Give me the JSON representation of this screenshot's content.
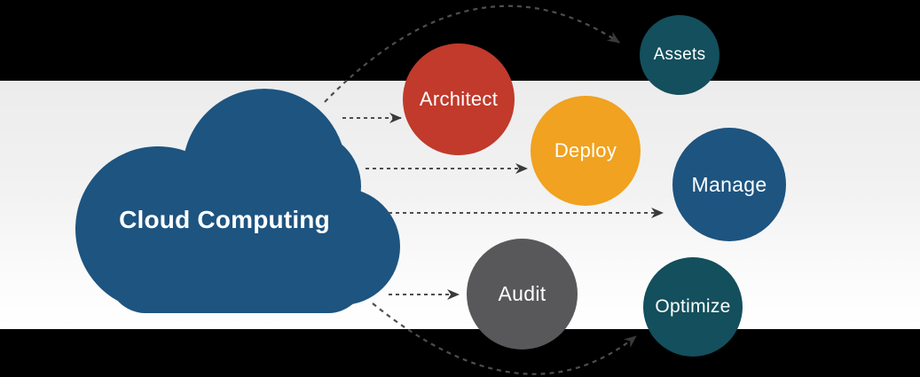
{
  "diagram": {
    "type": "hub-and-spoke cloud computing lifecycle diagram",
    "hub": {
      "id": "cloud",
      "label": "Cloud Computing",
      "color": "#1d5480",
      "text_color": "#ffffff",
      "shape": "cloud"
    },
    "nodes": [
      {
        "id": "assets",
        "label": "Assets",
        "color": "#134f5c"
      },
      {
        "id": "architect",
        "label": "Architect",
        "color": "#c13a2b"
      },
      {
        "id": "deploy",
        "label": "Deploy",
        "color": "#f0a220"
      },
      {
        "id": "manage",
        "label": "Manage",
        "color": "#1d5480"
      },
      {
        "id": "audit",
        "label": "Audit",
        "color": "#58585a"
      },
      {
        "id": "optimize",
        "label": "Optimize",
        "color": "#134f5c"
      }
    ],
    "connections": [
      {
        "from": "cloud",
        "to": "assets",
        "style": "dashed-arc-over-top"
      },
      {
        "from": "cloud",
        "to": "architect",
        "style": "dashed-straight"
      },
      {
        "from": "cloud",
        "to": "deploy",
        "style": "dashed-straight"
      },
      {
        "from": "cloud",
        "to": "manage",
        "style": "dashed-straight"
      },
      {
        "from": "cloud",
        "to": "audit",
        "style": "dashed-straight"
      },
      {
        "from": "cloud",
        "to": "optimize",
        "style": "dashed-arc-under-bottom"
      }
    ],
    "colors": {
      "letterbox_bars": "#000000",
      "band_top": "#ececec",
      "band_bottom": "#ffffff",
      "arrow": "#4e4e4e",
      "arrowhead": "#3a3a3a"
    }
  }
}
